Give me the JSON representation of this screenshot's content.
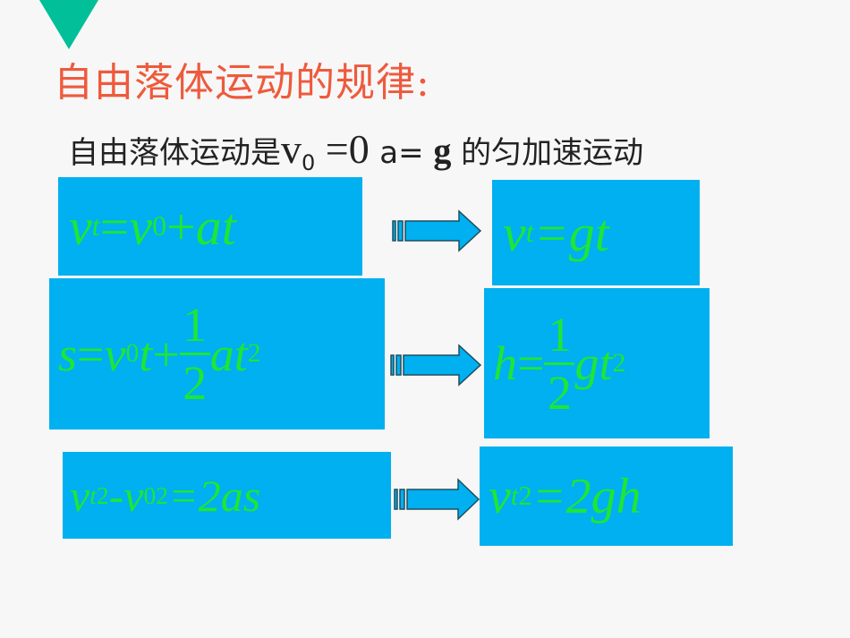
{
  "title": "自由落体运动的规律:",
  "subtitle": {
    "prefix": "自由落体运动是",
    "v": "v",
    "v_sub": "0",
    "eq0": " =0 ",
    "a_eq": "a= ",
    "g": "g",
    "suffix": " 的匀加速运动"
  },
  "formulas": {
    "f1": {
      "v": "v",
      "t": "t",
      "eq": " =",
      "v0": "v",
      "zero": "0",
      "plus": " + ",
      "at": "at"
    },
    "f2": {
      "s": "s",
      " eq": " =",
      "eq": " =",
      "v": "v",
      "zero": "0",
      "t": "t",
      "plus": " + ",
      "num": "1",
      "den": "2",
      "at": "at",
      "sq": "2"
    },
    "f3": {
      "v": "v",
      "t": "t",
      "sq": "2",
      "minus": " - ",
      "v0": "v",
      "zero": "0",
      "sq2": "2",
      "rhs": " =2as"
    },
    "r1": {
      "v": "v",
      "t": "t",
      "rhs": " =gt"
    },
    "r2": {
      "h": "h",
      "eq": " =",
      "num": "1",
      "den": "2",
      "gt": "gt",
      "sq": "2"
    },
    "r3": {
      "v": "v",
      "t": "t",
      "sq": "2",
      "rhs": " =2gh"
    }
  },
  "colors": {
    "box": "#00b0f0",
    "formula": "#1ee636",
    "title": "#ee5a3c",
    "accent": "#00bf99"
  }
}
